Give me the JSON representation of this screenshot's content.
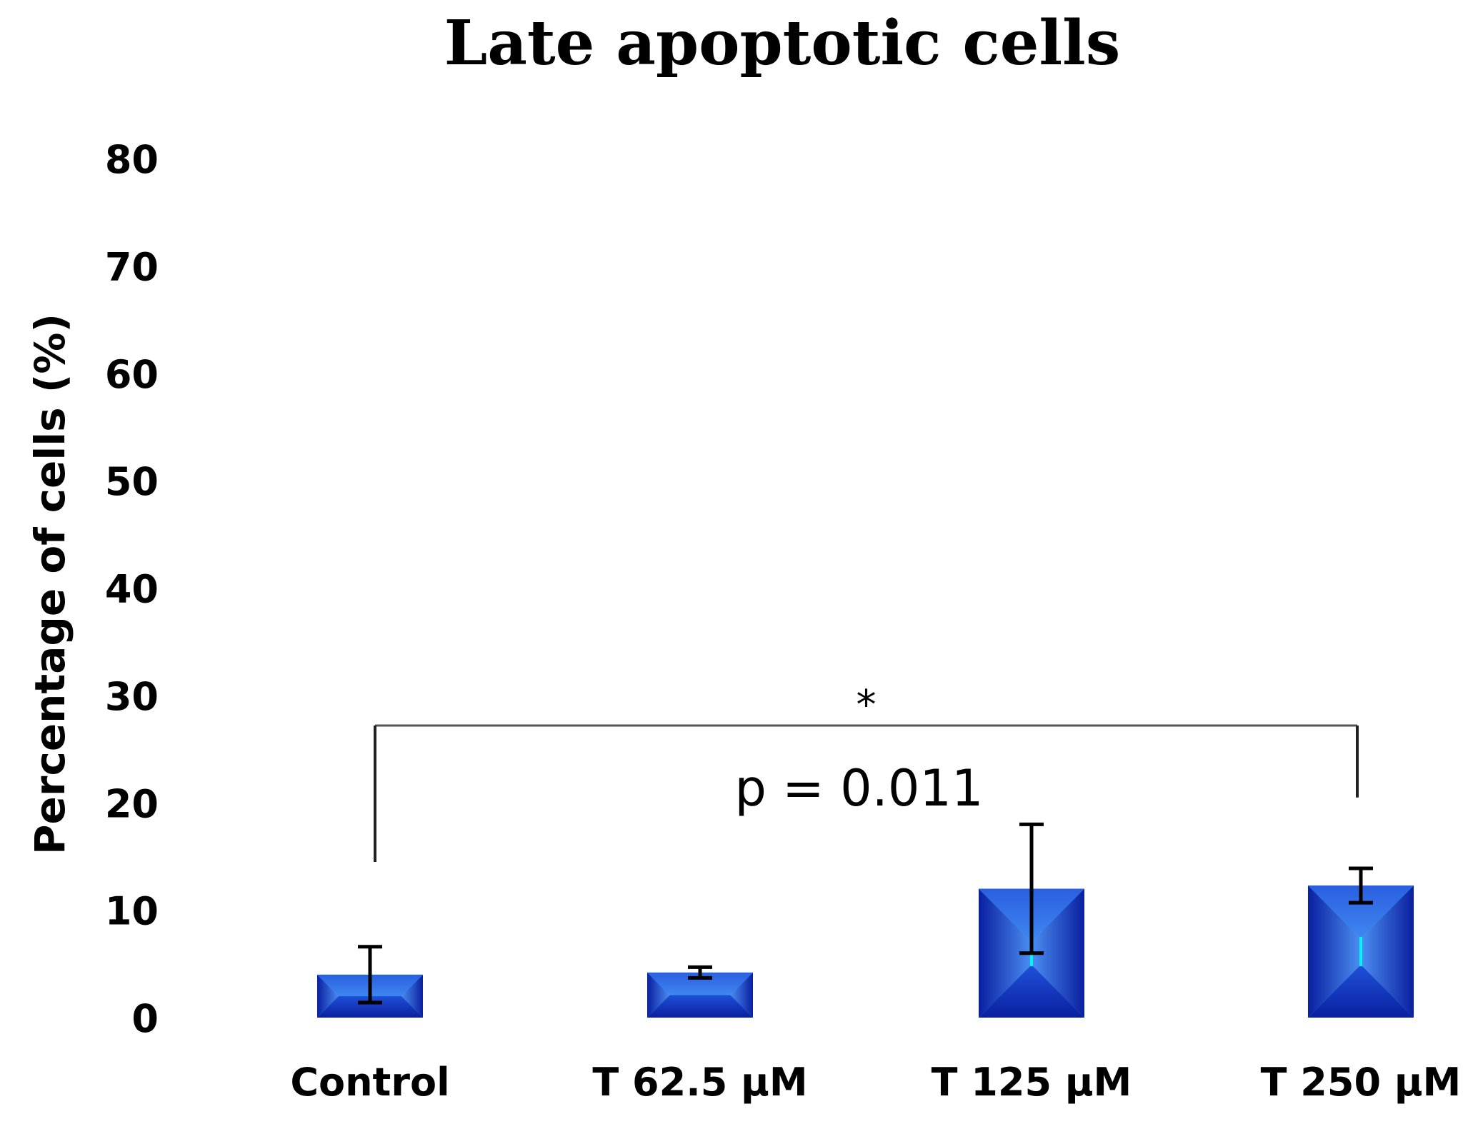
{
  "chart_data": {
    "type": "bar",
    "title": "Late apoptotic cells",
    "xlabel": "",
    "ylabel": "Percentage of cells (%)",
    "categories": [
      "Control",
      "T 62.5 μM",
      "T 125 μM",
      "T 250 μM"
    ],
    "values": [
      4,
      4.2,
      12,
      12.3
    ],
    "error": [
      2.6,
      0.5,
      6,
      1.6
    ],
    "ylim": [
      0,
      80
    ],
    "yticks": [
      0,
      10,
      20,
      30,
      40,
      50,
      60,
      70,
      80
    ],
    "grid": false,
    "colors": {
      "bar_face": "#00f5f5",
      "bar_edge_light": "#4a8cf0",
      "bar_edge_dark": "#0a1fa0",
      "text": "#000000"
    },
    "annotations": [
      {
        "type": "significance_bracket",
        "from_category": "Control",
        "to_category": "T 250 μM",
        "bracket_y": 27.2,
        "left_leg_bottom": 14.5,
        "right_leg_bottom": 20.5,
        "marker": "*",
        "label": "p = 0.011"
      }
    ]
  }
}
